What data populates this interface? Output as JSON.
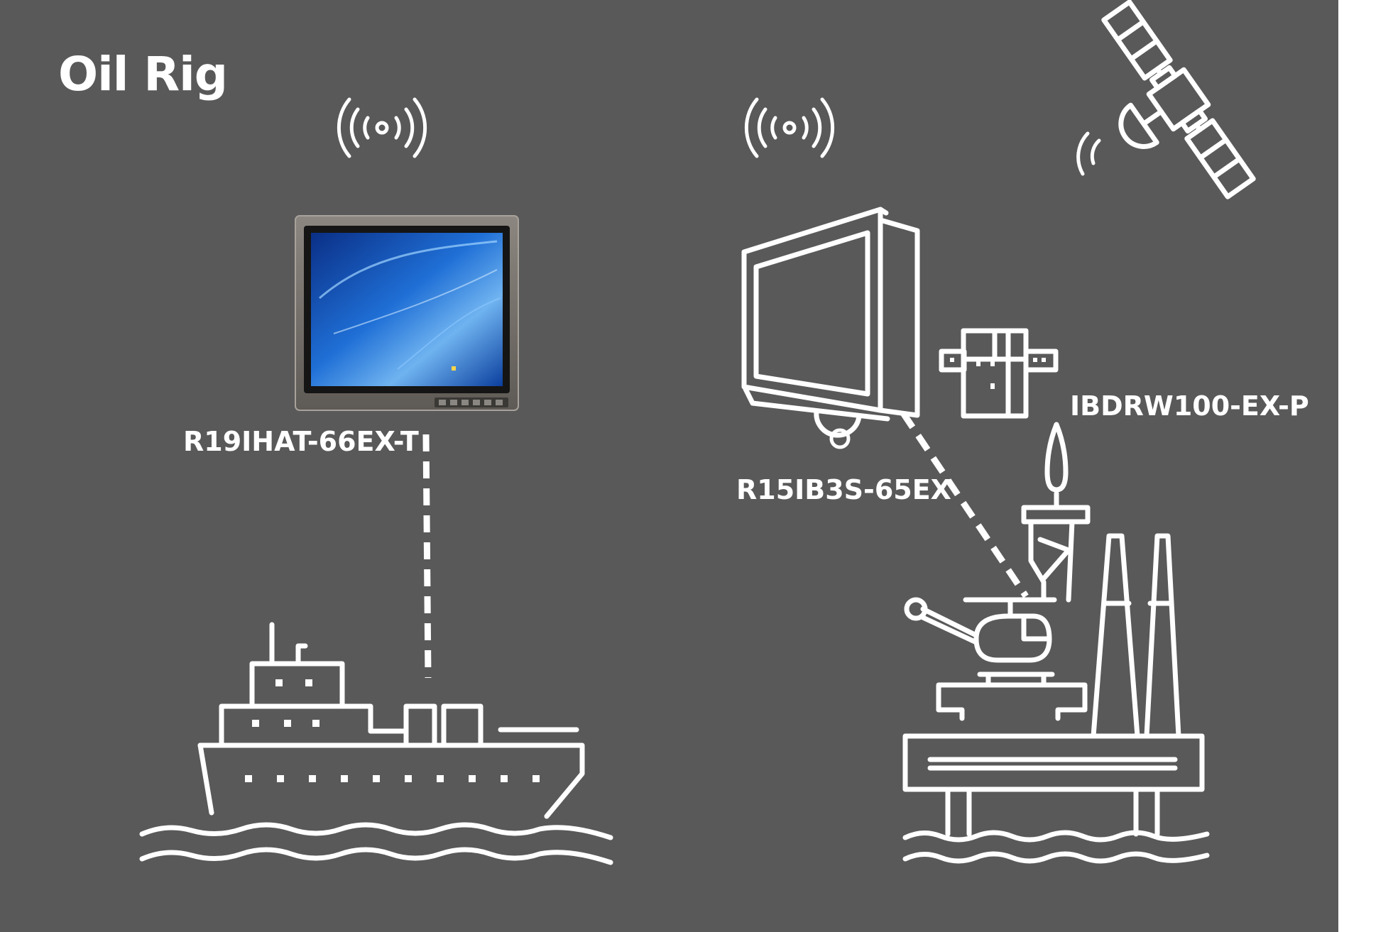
{
  "title": "Oil Rig",
  "devices": {
    "panel_pc": "R19IHAT-66EX-T",
    "monitor": "R15IB3S-65EX",
    "bridge": "IBDRW100-EX-P"
  },
  "colors": {
    "background": "#595959",
    "line": "#ffffff",
    "screen_blue": "#1f6fd6"
  },
  "icons": [
    "wireless-signal-icon",
    "wireless-signal-icon",
    "satellite-icon",
    "panel-pc-image",
    "monitor-icon",
    "bridge-device-icon",
    "ship-icon",
    "oil-rig-icon"
  ]
}
